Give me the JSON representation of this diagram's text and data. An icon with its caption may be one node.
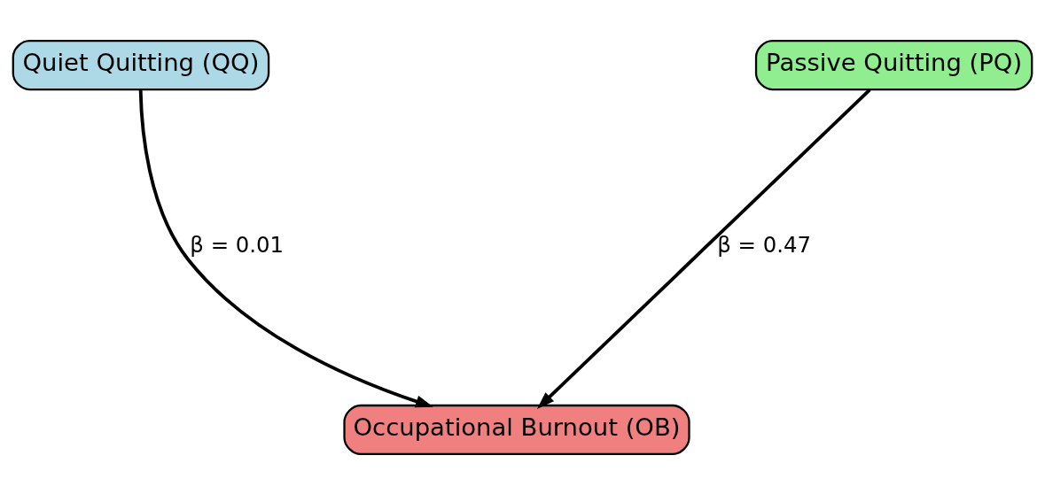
{
  "diagram": {
    "nodes": [
      {
        "text": [
          "Quiet Quitting (QQ)"
        ]
      },
      {
        "text": [
          "Passive Quitting (PQ)"
        ]
      },
      {
        "text": [
          "Occupational Burnout (OB)"
        ]
      }
    ],
    "edges": [
      {
        "from": 0,
        "to": 2,
        "arrow": "to",
        "label": "β = 0.01"
      },
      {
        "from": 1,
        "to": 2,
        "arrow": "to",
        "label": "β = 0.47"
      }
    ]
  }
}
